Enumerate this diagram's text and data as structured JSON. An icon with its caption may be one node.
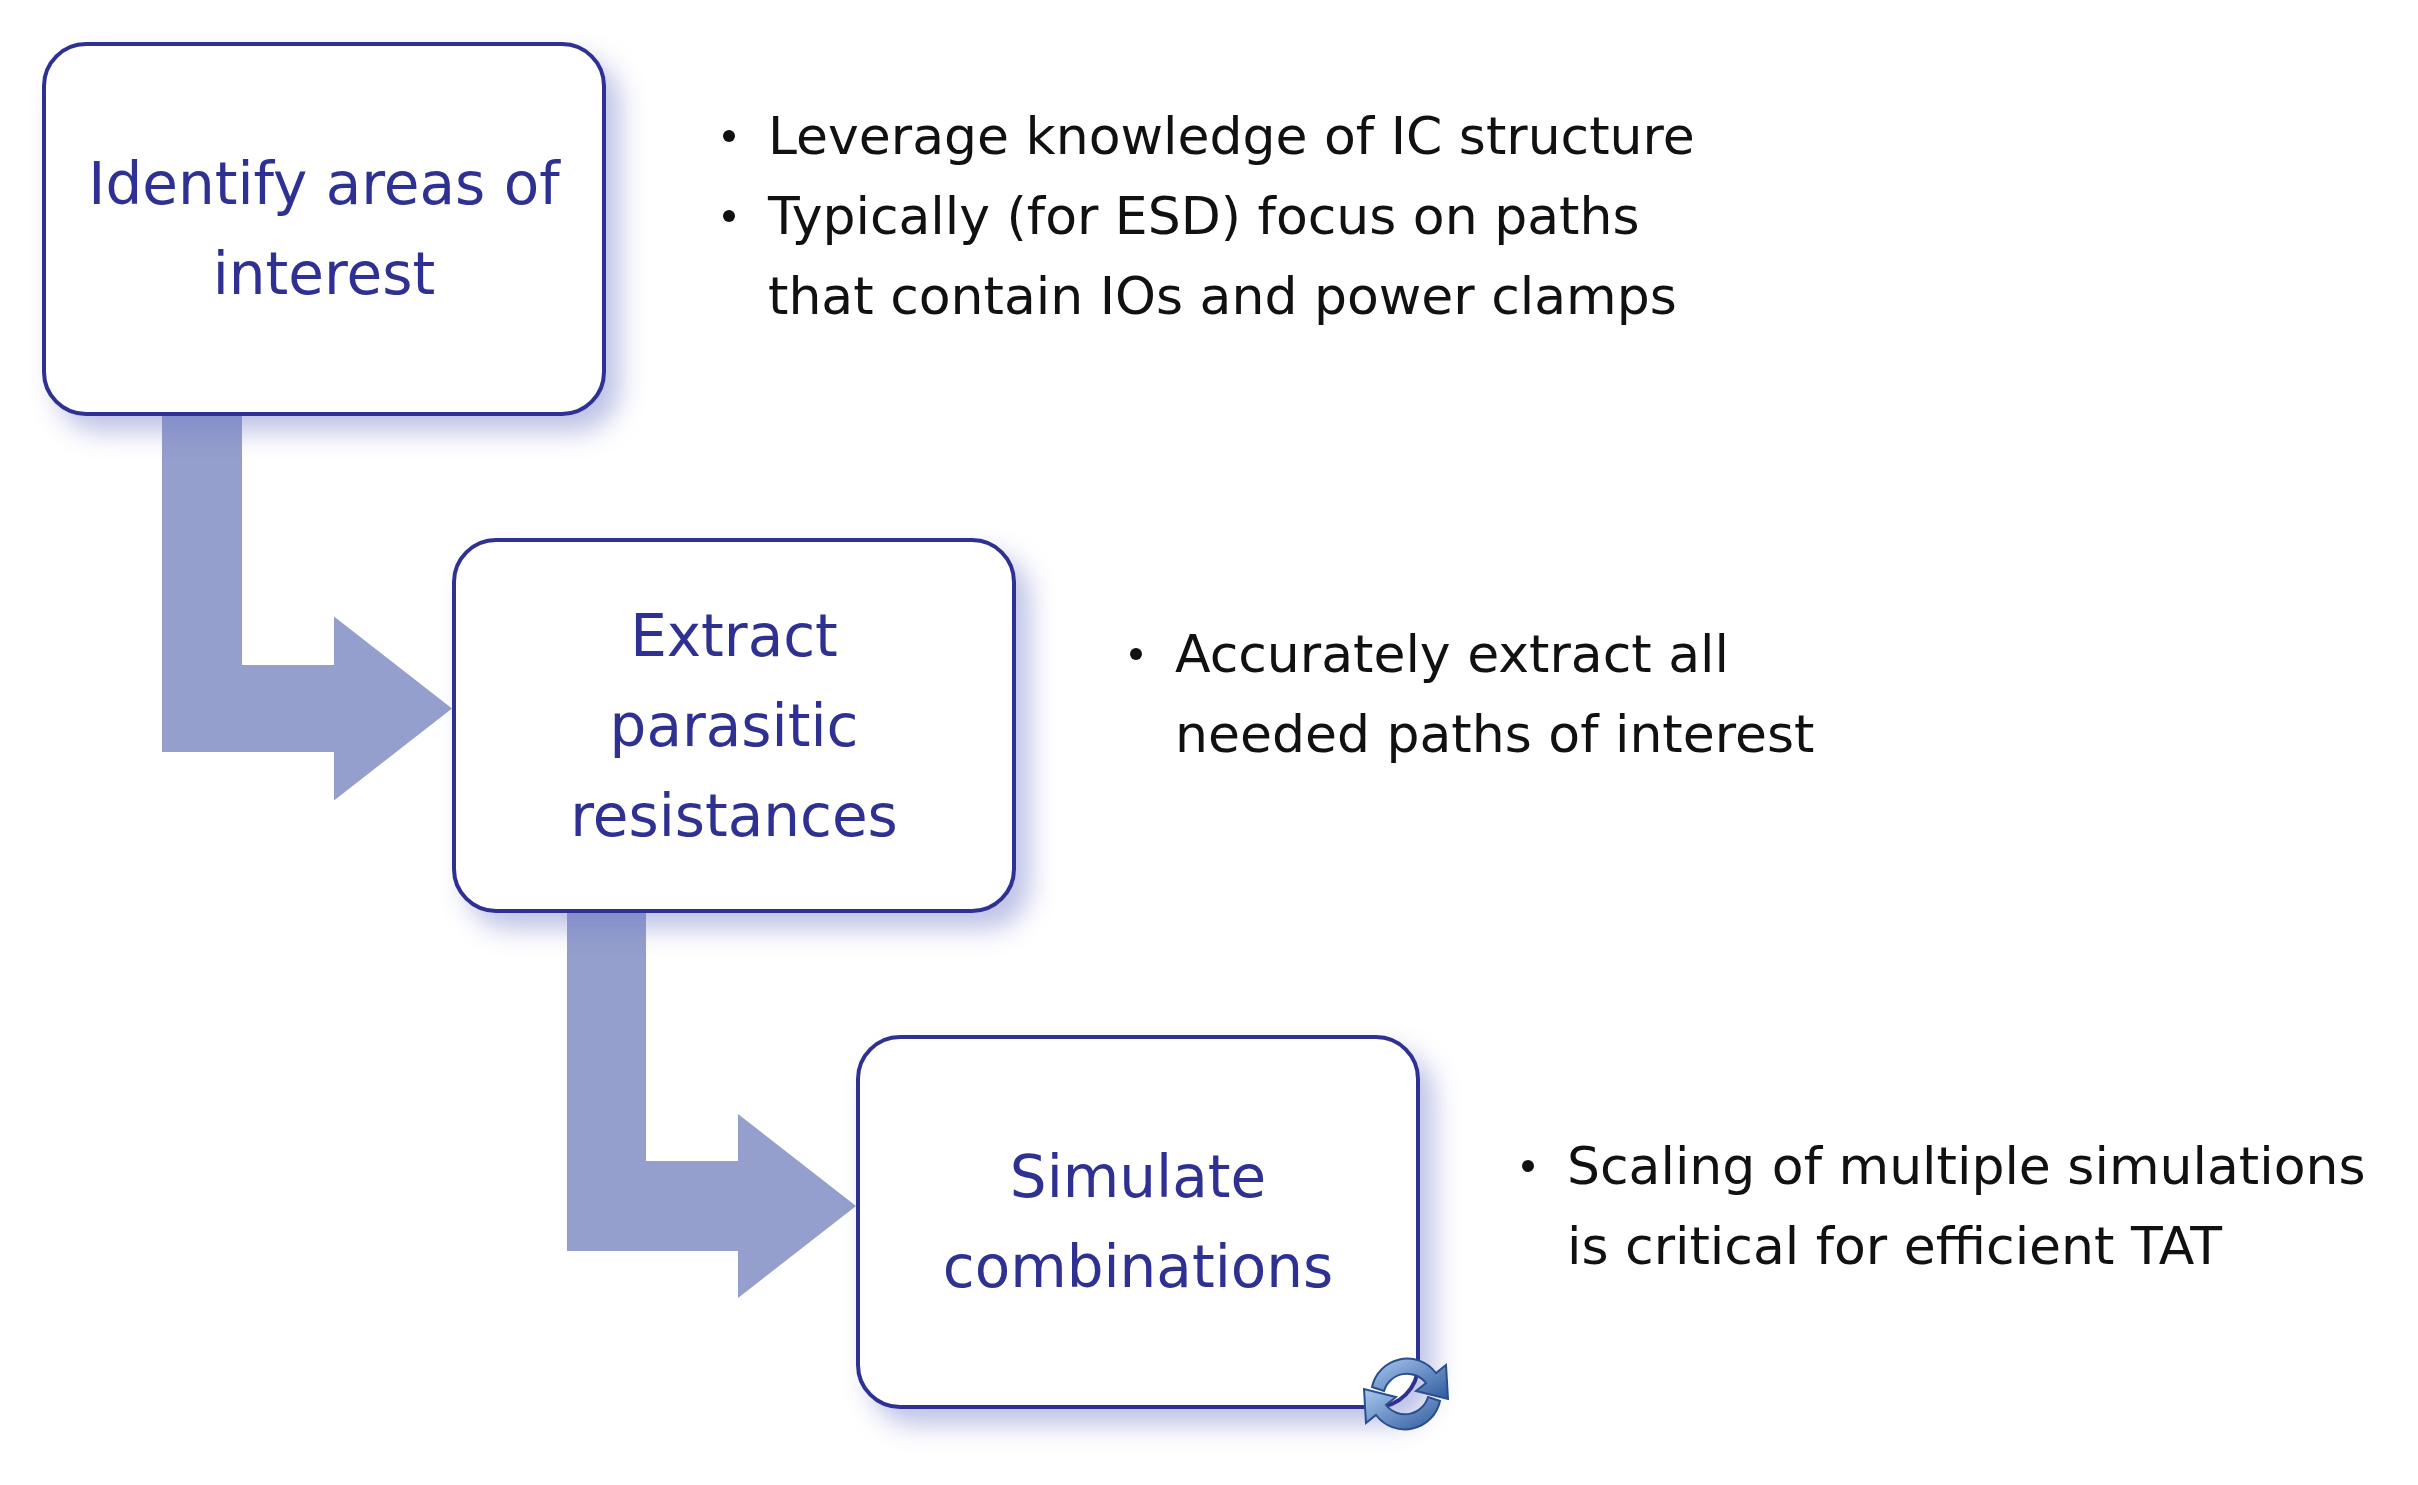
{
  "diagram": {
    "nodes": [
      {
        "text": [
          "Identify areas of interest"
        ],
        "beside": [
          "Leverage knowledge of IC structure",
          "Typically (for ESD) focus on paths that contain IOs and power clamps"
        ]
      },
      {
        "text": [
          "Extract parasitic resistances"
        ],
        "beside": [
          "Accurately extract all needed paths of interest"
        ]
      },
      {
        "text": [
          "Simulate combinations"
        ],
        "beside": [
          "Scaling of multiple simulations is critical for efficient TAT"
        ]
      }
    ],
    "edges": [
      {
        "from": 0,
        "to": 1,
        "arrow": "to"
      },
      {
        "from": 1,
        "to": 2,
        "arrow": "to"
      }
    ]
  }
}
